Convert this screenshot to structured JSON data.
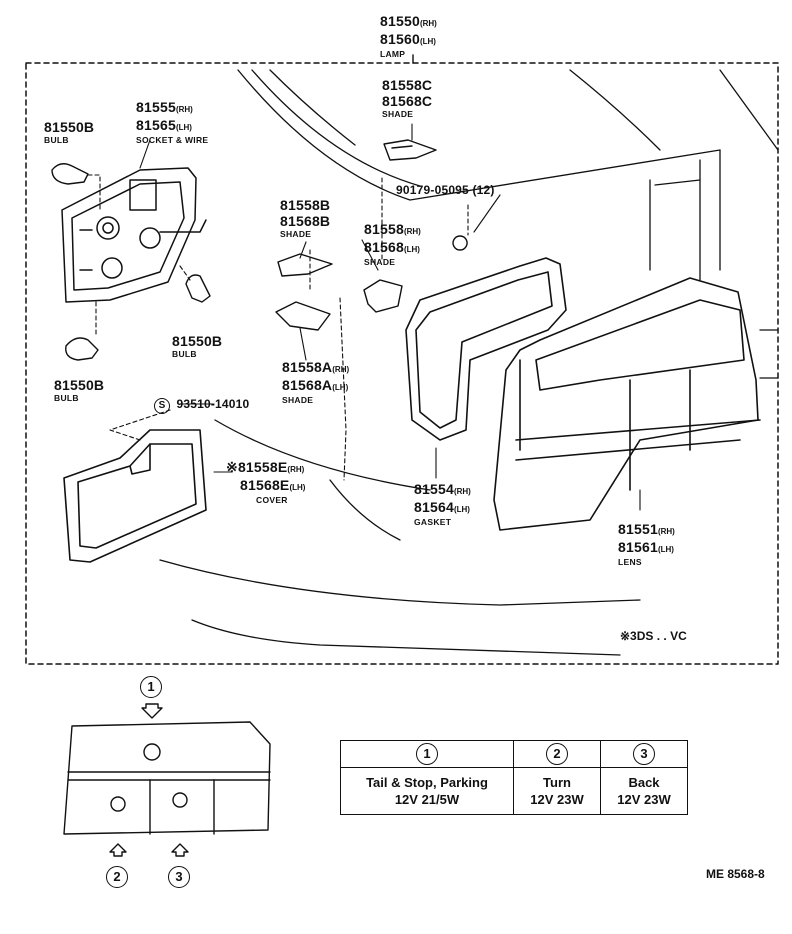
{
  "lamp": {
    "num_rh": "81550",
    "num_lh": "81560",
    "rh": "(RH)",
    "lh": "(LH)",
    "caption": "LAMP"
  },
  "shade_c": {
    "num_1": "81558C",
    "num_2": "81568C",
    "caption": "SHADE"
  },
  "socket": {
    "num_rh": "81555",
    "num_lh": "81565",
    "rh": "(RH)",
    "lh": "(LH)",
    "caption": "SOCKET & WIRE"
  },
  "bulb_top": {
    "num": "81550B",
    "caption": "BULB"
  },
  "bulb_mid": {
    "num": "81550B",
    "caption": "BULB"
  },
  "bulb_bottom": {
    "num": "81550B",
    "caption": "BULB"
  },
  "nut": {
    "num": "90179-05095 (12)"
  },
  "shade_b": {
    "num_1": "81558B",
    "num_2": "81568B",
    "caption": "SHADE"
  },
  "shade": {
    "num_rh": "81558",
    "num_lh": "81568",
    "rh": "(RH)",
    "lh": "(LH)",
    "caption": "SHADE"
  },
  "shade_a": {
    "num_rh": "81558A",
    "num_lh": "81568A",
    "rh": "(RH)",
    "lh": "(LH)",
    "caption": "SHADE"
  },
  "screw": {
    "mark": "S",
    "num": "93510-14010"
  },
  "cover": {
    "mark": "※",
    "num_rh": "81558E",
    "num_lh": "81568E",
    "rh": "(RH)",
    "lh": "(LH)",
    "caption": "COVER"
  },
  "gasket": {
    "num_rh": "81554",
    "num_lh": "81564",
    "rh": "(RH)",
    "lh": "(LH)",
    "caption": "GASKET"
  },
  "lens": {
    "num_rh": "81551",
    "num_lh": "81561",
    "rh": "(RH)",
    "lh": "(LH)",
    "caption": "LENS"
  },
  "note": "※3DS . . VC",
  "positions": {
    "p1": "1",
    "p2": "2",
    "p3": "3"
  },
  "bulb_table": {
    "headers": [
      "1",
      "2",
      "3"
    ],
    "functions": [
      "Tail & Stop, Parking",
      "Turn",
      "Back"
    ],
    "specs": [
      "12V 21/5W",
      "12V 23W",
      "12V 23W"
    ]
  },
  "figure_code": "ME 8568-8"
}
